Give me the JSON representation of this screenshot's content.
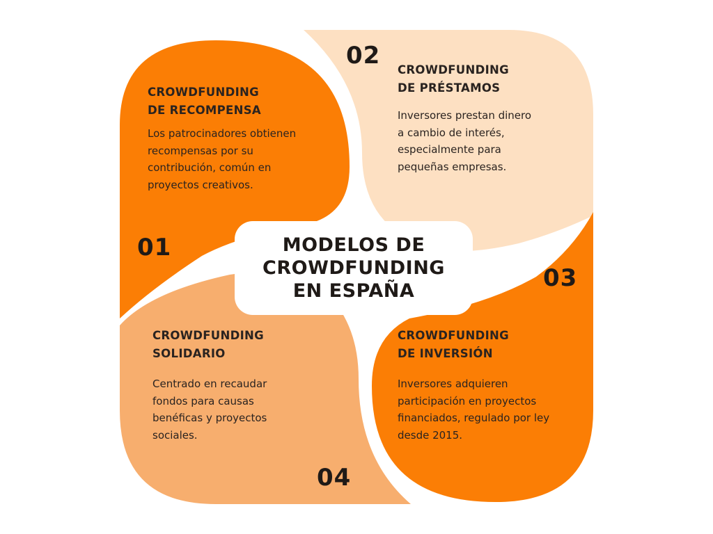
{
  "title": [
    "MODELOS DE",
    "CROWDFUNDING",
    "EN ESPAÑA"
  ],
  "colors": {
    "dark_orange": "#fb7e05",
    "light_peach": "#fde0c2",
    "medium_peach": "#f7ae6e",
    "center_box": "#ffffff",
    "text": "#2a2320"
  },
  "quadrants": [
    {
      "number": "01",
      "title": [
        "CROWDFUNDING",
        "DE RECOMPENSA"
      ],
      "body": [
        "Los patrocinadores obtienen",
        "recompensas por su",
        "contribución, común en",
        "proyectos creativos."
      ],
      "color": "dark_orange"
    },
    {
      "number": "02",
      "title": [
        "CROWDFUNDING",
        "DE PRÉSTAMOS"
      ],
      "body": [
        "Inversores prestan dinero",
        "a cambio de interés,",
        "especialmente para",
        "pequeñas empresas."
      ],
      "color": "light_peach"
    },
    {
      "number": "03",
      "title": [
        "CROWDFUNDING",
        "DE INVERSIÓN"
      ],
      "body": [
        "Inversores adquieren",
        "participación en proyectos",
        "financiados, regulado por ley",
        "desde 2015."
      ],
      "color": "dark_orange"
    },
    {
      "number": "04",
      "title": [
        "CROWDFUNDING",
        "SOLIDARIO"
      ],
      "body": [
        "Centrado en recaudar",
        "fondos para causas",
        "benéficas y proyectos",
        "sociales."
      ],
      "color": "medium_peach"
    }
  ]
}
